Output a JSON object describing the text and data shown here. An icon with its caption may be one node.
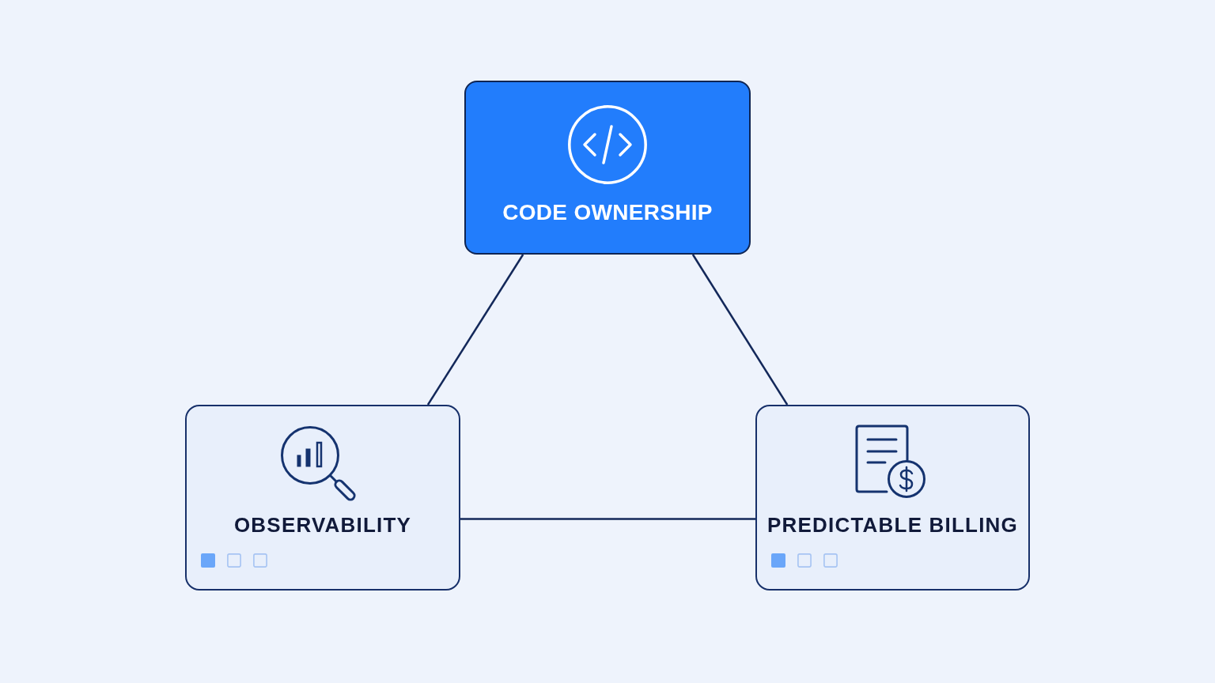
{
  "diagram": {
    "nodes": [
      {
        "text": [
          "CODE OWNERSHIP"
        ]
      },
      {
        "text": [
          "OBSERVABILITY"
        ]
      },
      {
        "text": [
          "PREDICTABLE BILLING"
        ]
      }
    ],
    "edges": [
      {
        "from": 0,
        "to": 1,
        "arrow": "none"
      },
      {
        "from": 0,
        "to": 2,
        "arrow": "none"
      },
      {
        "from": 1,
        "to": 2,
        "arrow": "none"
      }
    ]
  }
}
